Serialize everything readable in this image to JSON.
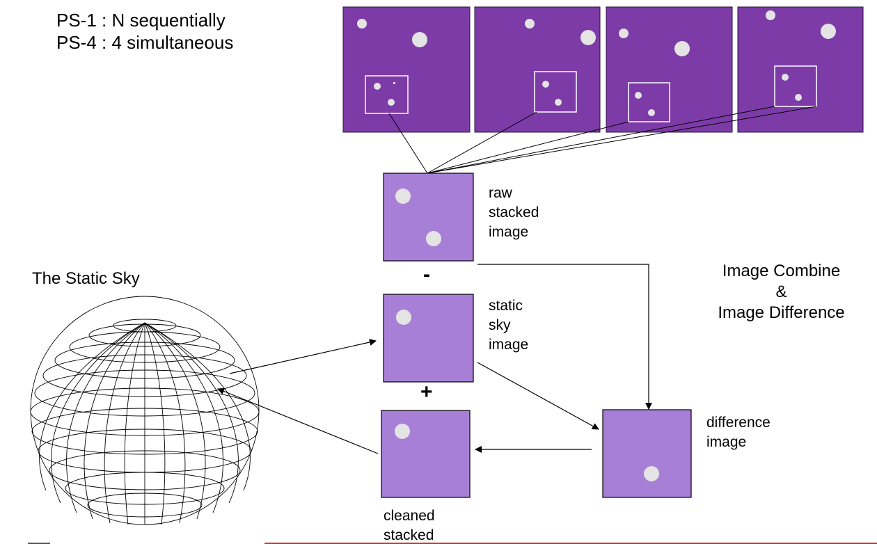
{
  "legend": {
    "ps1": "PS-1 : N sequentially",
    "ps4": "PS-4 : 4 simultaneous"
  },
  "labels": {
    "raw": [
      "raw",
      "stacked",
      "image"
    ],
    "static": [
      "static",
      "sky",
      "image"
    ],
    "difference": [
      "difference",
      "image"
    ],
    "cleaned": [
      "cleaned",
      "stacked"
    ],
    "static_sky_title": "The Static Sky",
    "process_title": [
      "Image Combine",
      "&",
      "Image Difference"
    ],
    "minus": "-",
    "plus": "+"
  },
  "colors": {
    "exposure_fill": "#7d3ba8",
    "panel_fill": "#a87fd6",
    "star": "#e4e4e4",
    "bottom_rule": "#c0392b"
  },
  "icons": {
    "sphere": "wireframe-globe-icon"
  }
}
